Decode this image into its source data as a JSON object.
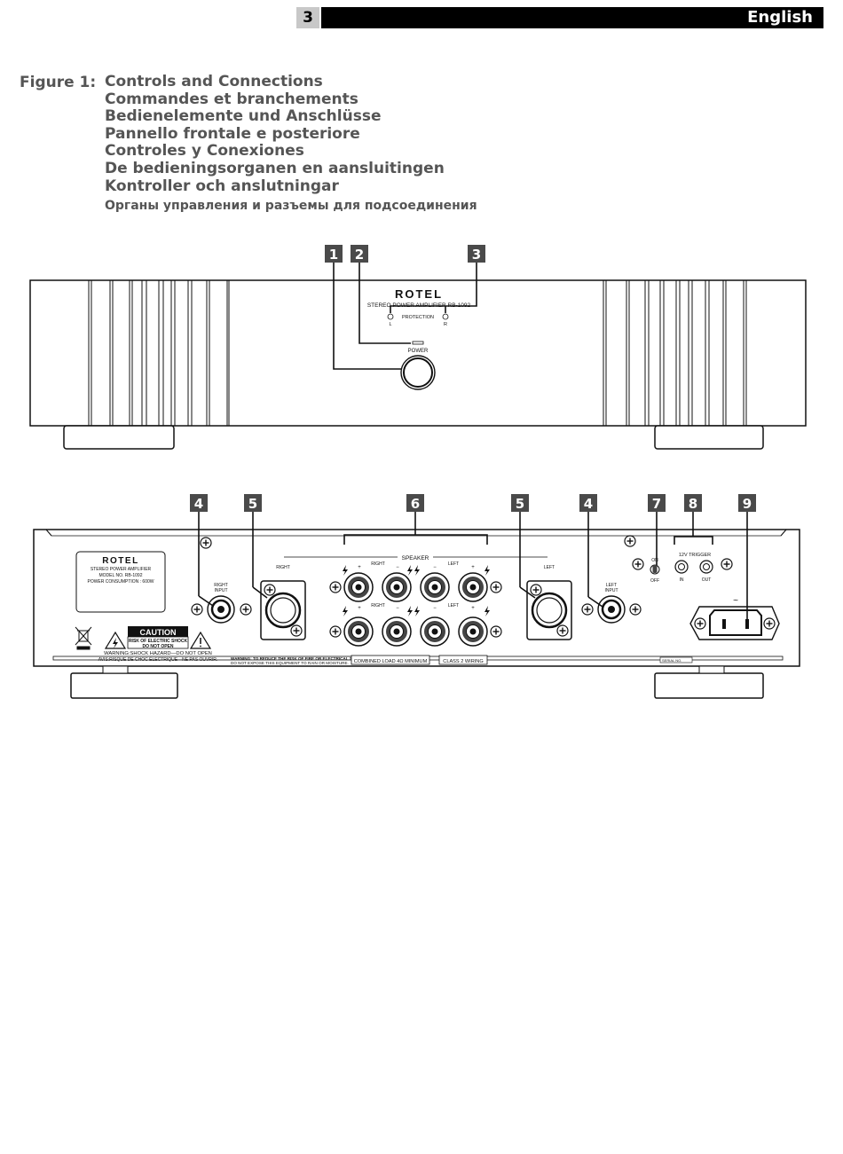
{
  "header": {
    "page_number": "3",
    "language": "English"
  },
  "figure": {
    "label": "Figure 1:",
    "titles": [
      "Controls and Connections",
      "Commandes et branchements",
      "Bedienelemente und Anschlüsse",
      "Pannello frontale e posteriore",
      "Controles y Conexiones",
      "De bedieningsorganen en aansluitingen",
      "Kontroller och anslutningar",
      "Органы управления и разъемы для подсоединения"
    ]
  },
  "front_panel": {
    "brand": "ROTEL",
    "model_line": "STEREO POWER AMPLIFIER RB-1092",
    "protection": "PROTECTION",
    "left": "L",
    "right": "R",
    "power": "POWER",
    "callouts": [
      "1",
      "2",
      "3"
    ]
  },
  "rear_panel": {
    "callouts": [
      "4",
      "5",
      "6",
      "5",
      "4",
      "7",
      "8",
      "9"
    ],
    "label_plate": {
      "brand": "ROTEL",
      "lines": [
        "STEREO POWER AMPLIFIER",
        "MODEL NO. RB-1092",
        "POWER CONSUMPTION : 600W"
      ]
    },
    "caution": {
      "title": "CAUTION",
      "line1": "RISK OF ELECTRIC SHOCK",
      "line2": "DO NOT OPEN",
      "line3": "WARNING:SHOCK HAZARD—DO NOT OPEN",
      "line4": "AVIS:RISQUE DE CHOC ÉLECTRIQUE—NE PAS OUVRIR."
    },
    "warning": {
      "line1": "WARNING: TO REDUCE THE RISK OF FIRE OR ELECTRICAL SHOCK,",
      "line2": "DO NOT EXPOSE THIS EQUIPMENT TO RAIN OR MOISTURE."
    },
    "right_input": "RIGHT\nINPUT",
    "left_input": "LEFT\nINPUT",
    "right": "RIGHT",
    "left": "LEFT",
    "speaker": "SPEAKER",
    "plus": "+",
    "minus": "−",
    "combined_load": "COMBINED LOAD 4Ω MINIMUM",
    "class2": "CLASS 2 WIRING",
    "on": "ON",
    "off": "OFF",
    "trigger": "12V TRIGGER",
    "trigger_in": "IN",
    "trigger_out": "OUT",
    "ac": "~",
    "serial": "SERIAL NO."
  }
}
